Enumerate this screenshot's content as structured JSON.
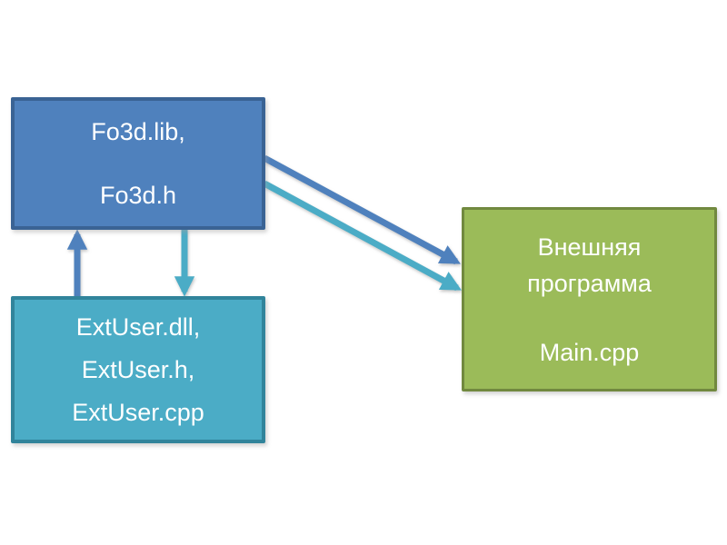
{
  "diagram": {
    "background": "#ffffff",
    "nodes": {
      "fo3d": {
        "lines": [
          "Fo3d.lib,",
          "Fo3d.h"
        ],
        "fill": "#4f81bd",
        "border": "#3a6394",
        "text_color": "#ffffff"
      },
      "extuser": {
        "lines": [
          "ExtUser.dll,",
          "ExtUser.h,",
          "ExtUser.cpp"
        ],
        "fill": "#4bacc6",
        "border": "#31849b",
        "text_color": "#ffffff"
      },
      "main": {
        "lines": [
          "Внешняя",
          "программа",
          "Main.cpp"
        ],
        "fill": "#9bbb59",
        "border": "#71893f",
        "text_color": "#ffffff"
      }
    },
    "colors": {
      "arrow_blue": "#4f81bd",
      "arrow_teal": "#4bacc6"
    },
    "edges": [
      {
        "name": "extuser-to-fo3d",
        "from": "extuser",
        "to": "fo3d",
        "color": "#4f81bd",
        "style": "vertical-up"
      },
      {
        "name": "fo3d-to-extuser",
        "from": "fo3d",
        "to": "extuser",
        "color": "#4bacc6",
        "style": "vertical-down"
      },
      {
        "name": "fo3d-to-main-blue",
        "from": "fo3d",
        "to": "main",
        "color": "#4f81bd",
        "style": "diagonal"
      },
      {
        "name": "fo3d-to-main-teal",
        "from": "fo3d",
        "to": "main",
        "color": "#4bacc6",
        "style": "diagonal"
      }
    ]
  }
}
